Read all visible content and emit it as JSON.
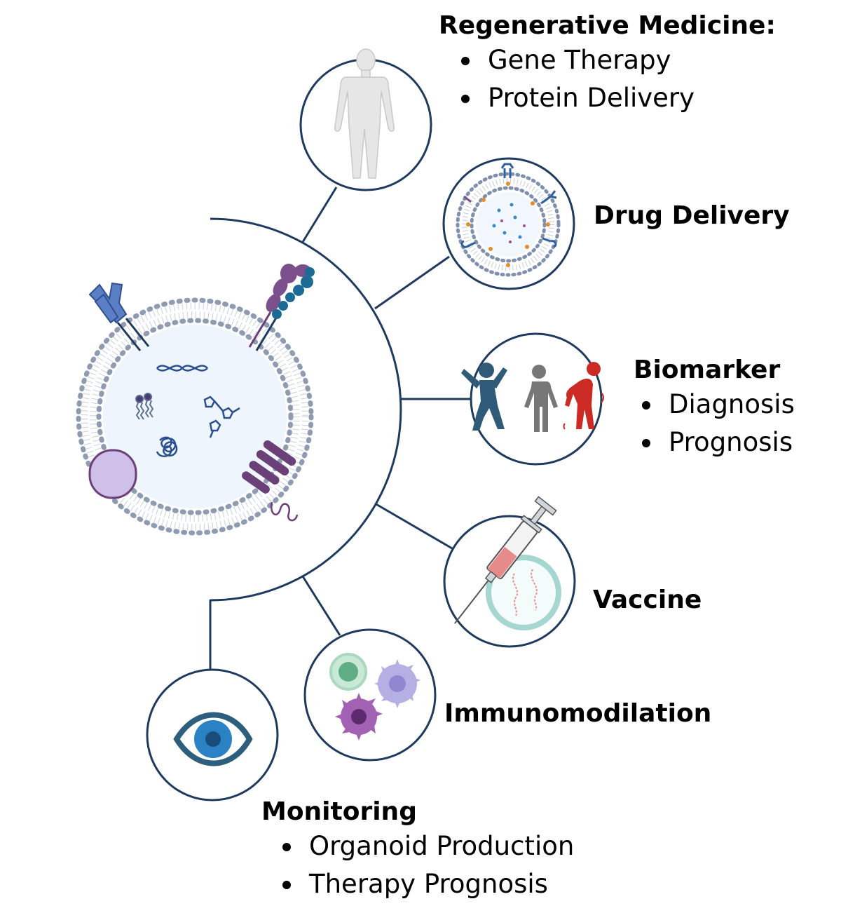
{
  "colors": {
    "outline": "#1f3a5f",
    "lipid": "#8e9bb0",
    "cell_fill": "#eef5fc",
    "purple": "#6b3f78",
    "blue_receptor": "#5b7fc4",
    "teal": "#1c6a96",
    "red": "#cc2b25",
    "grey_person": "#777777"
  },
  "labels": {
    "regenerative": {
      "heading": "Regenerative Medicine:",
      "items": [
        "Gene Therapy",
        "Protein Delivery"
      ]
    },
    "drug_delivery": {
      "heading": "Drug Delivery"
    },
    "biomarker": {
      "heading": "Biomarker",
      "items": [
        "Diagnosis",
        "Prognosis"
      ]
    },
    "vaccine": {
      "heading": "Vaccine"
    },
    "immunomodulation": {
      "heading": "Immunomodilation"
    },
    "monitoring": {
      "heading": "Monitoring",
      "items": [
        "Organoid Production",
        "Therapy Prognosis"
      ]
    }
  },
  "icons": {
    "hub": "extracellular-vesicle-icon",
    "regenerative": "human-body-icon",
    "drug_delivery": "liposome-icon",
    "biomarker": "people-health-icon",
    "vaccine": "syringe-icon",
    "immunomodulation": "immune-cells-icon",
    "monitoring": "eye-icon"
  }
}
